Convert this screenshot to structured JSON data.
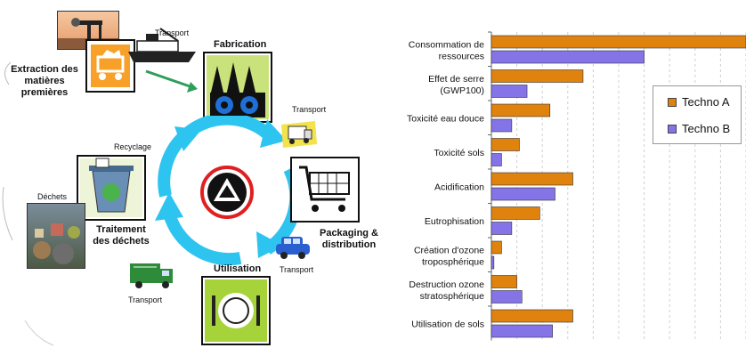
{
  "diagram": {
    "extraction_label": "Extraction des\nmatières\npremières",
    "fabrication_label": "Fabrication",
    "transport_labels": [
      "Transport",
      "Transport",
      "Transport",
      "Transport"
    ],
    "recyclage_label": "Recyclage",
    "dechets_label": "Déchets",
    "traitement_label": "Traitement\ndes déchets",
    "packaging_label": "Packaging &\ndistribution",
    "utilisation_label": "Utilisation",
    "colors": {
      "cycle_arrow": "#2ec4f0",
      "flow_arrow": "#2e9e5b",
      "frame": "#111111"
    }
  },
  "chart_data": {
    "type": "bar",
    "orientation": "horizontal",
    "categories": [
      "Consommation de\nressources",
      "Effet de serre\n(GWP100)",
      "Toxicité eau douce",
      "Toxicité sols",
      "Acidification",
      "Eutrophisation",
      "Création d'ozone\ntroposphérique",
      "Destruction ozone\nstratosphérique",
      "Utilisation de sols"
    ],
    "series": [
      {
        "name": "Techno A",
        "color": "#e0820e",
        "values": [
          100,
          36,
          23,
          11,
          32,
          19,
          4,
          10,
          32
        ]
      },
      {
        "name": "Techno B",
        "color": "#8474e8",
        "values": [
          60,
          14,
          8,
          4,
          25,
          8,
          1,
          12,
          24
        ]
      }
    ],
    "xlim": [
      0,
      100
    ],
    "grid": true,
    "legend_position": "right"
  }
}
